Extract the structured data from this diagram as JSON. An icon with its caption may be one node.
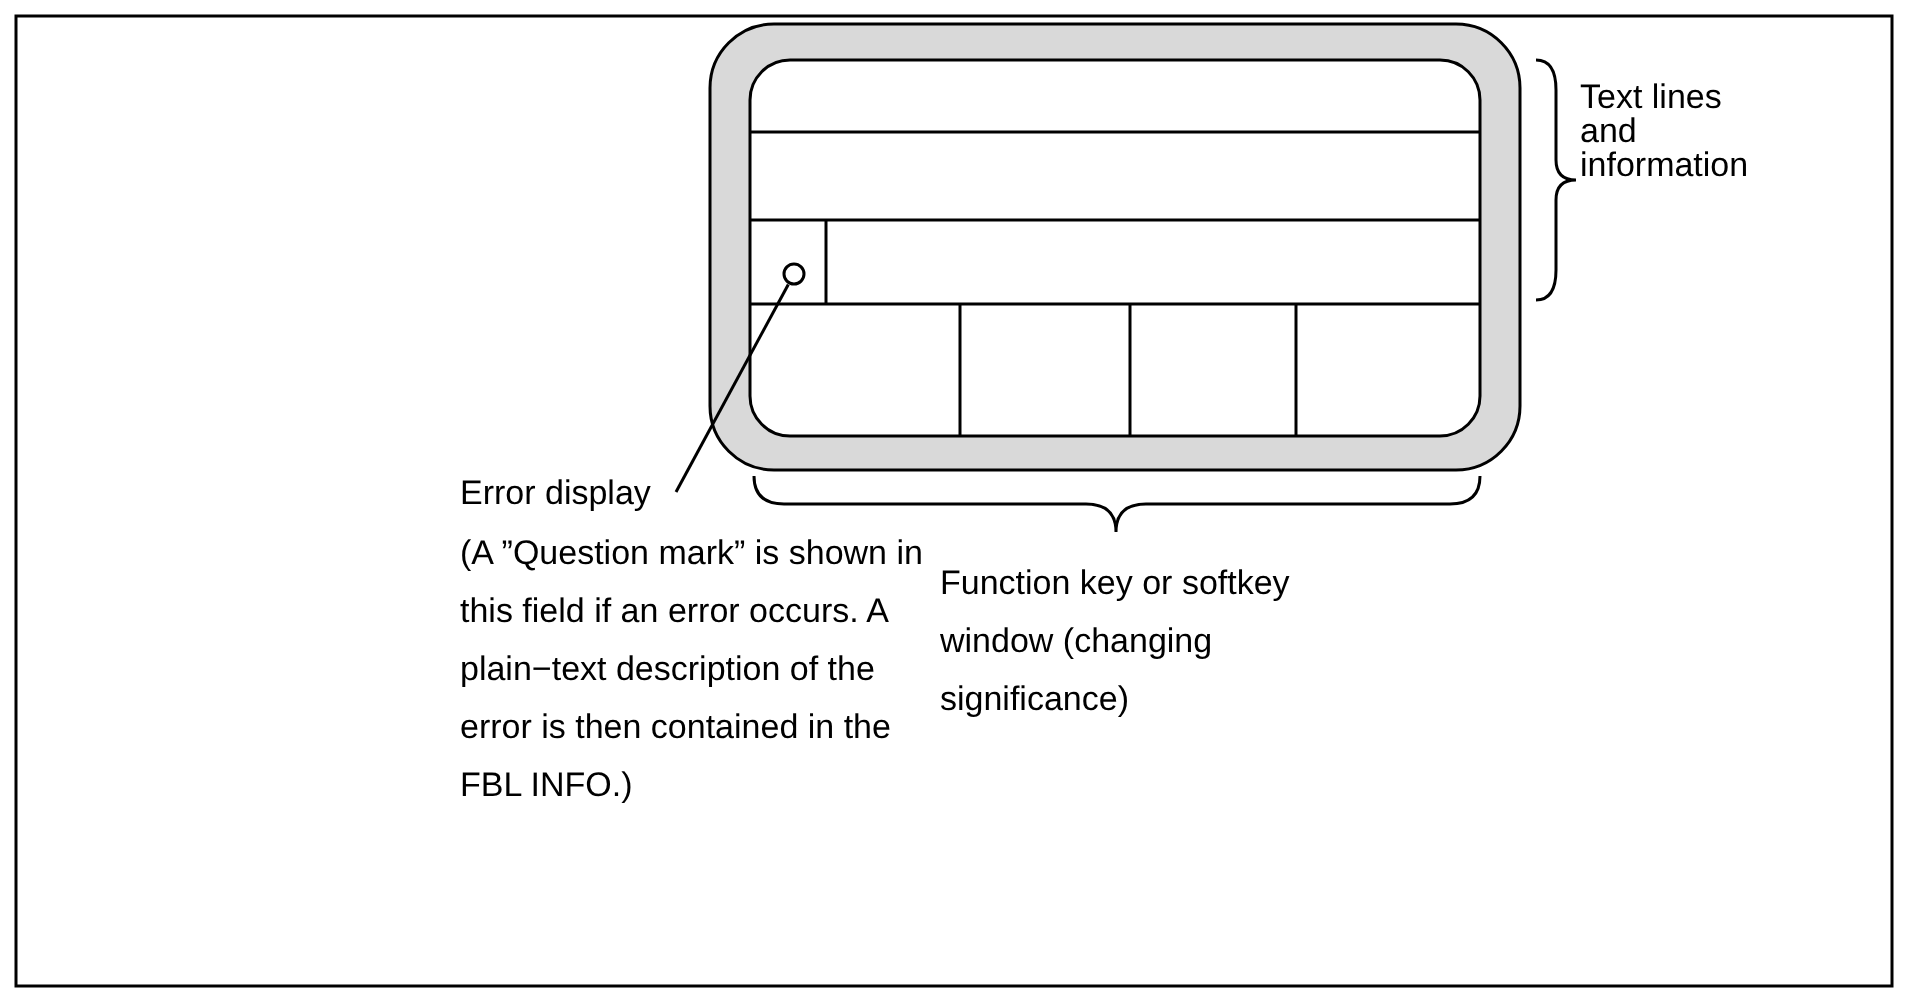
{
  "diagram": {
    "nodes": [
      {
        "text": [
          "Error display"
        ]
      },
      {
        "text": [],
        "shape": "circle"
      }
    ],
    "edges": [
      {
        "from": 0,
        "to": 1,
        "arrow": "none"
      }
    ],
    "labels": [
      "Text lines and information",
      "(A ”Question mark” is shown in this field if an error occurs. A plain−text description of the error is then contained in the FBL INFO.)",
      "Function key or softkey window (changing significance)"
    ]
  }
}
